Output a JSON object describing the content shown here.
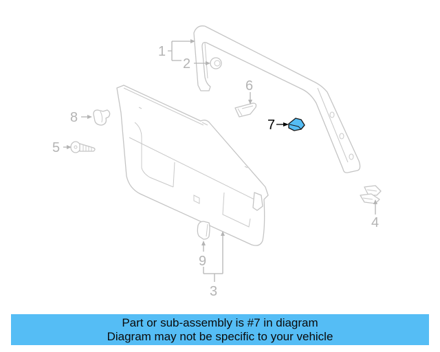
{
  "diagram": {
    "highlight_color": "#55bdf5",
    "line_color": "#c4c4c4",
    "callouts": [
      {
        "id": "1",
        "label": "1",
        "highlighted": false
      },
      {
        "id": "2",
        "label": "2",
        "highlighted": false
      },
      {
        "id": "3",
        "label": "3",
        "highlighted": false
      },
      {
        "id": "4",
        "label": "4",
        "highlighted": false
      },
      {
        "id": "5",
        "label": "5",
        "highlighted": false
      },
      {
        "id": "6",
        "label": "6",
        "highlighted": false
      },
      {
        "id": "7",
        "label": "7",
        "highlighted": true
      },
      {
        "id": "8",
        "label": "8",
        "highlighted": false
      },
      {
        "id": "9",
        "label": "9",
        "highlighted": false
      }
    ]
  },
  "banner": {
    "background": "#55bdf5",
    "line1": "Part or sub-assembly is #7 in diagram",
    "line2": "Diagram may not be specific to your vehicle"
  }
}
